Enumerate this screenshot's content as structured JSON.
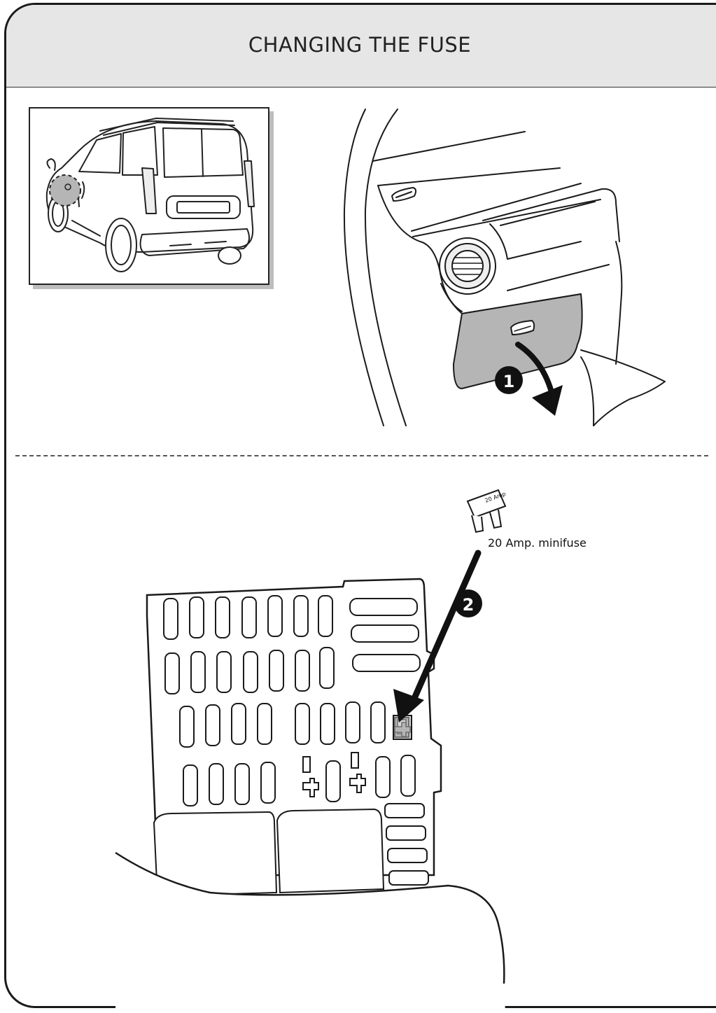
{
  "header": {
    "title": "CHANGING THE FUSE"
  },
  "steps": [
    {
      "number": "1"
    },
    {
      "number": "2"
    }
  ],
  "fuse": {
    "label": "20 Amp. minifuse",
    "marking": "20 Amp"
  },
  "colors": {
    "header_bg": "#e6e6e6",
    "highlight": "#b5b5b5",
    "line": "#1a1a1a",
    "badge": "#111111"
  }
}
